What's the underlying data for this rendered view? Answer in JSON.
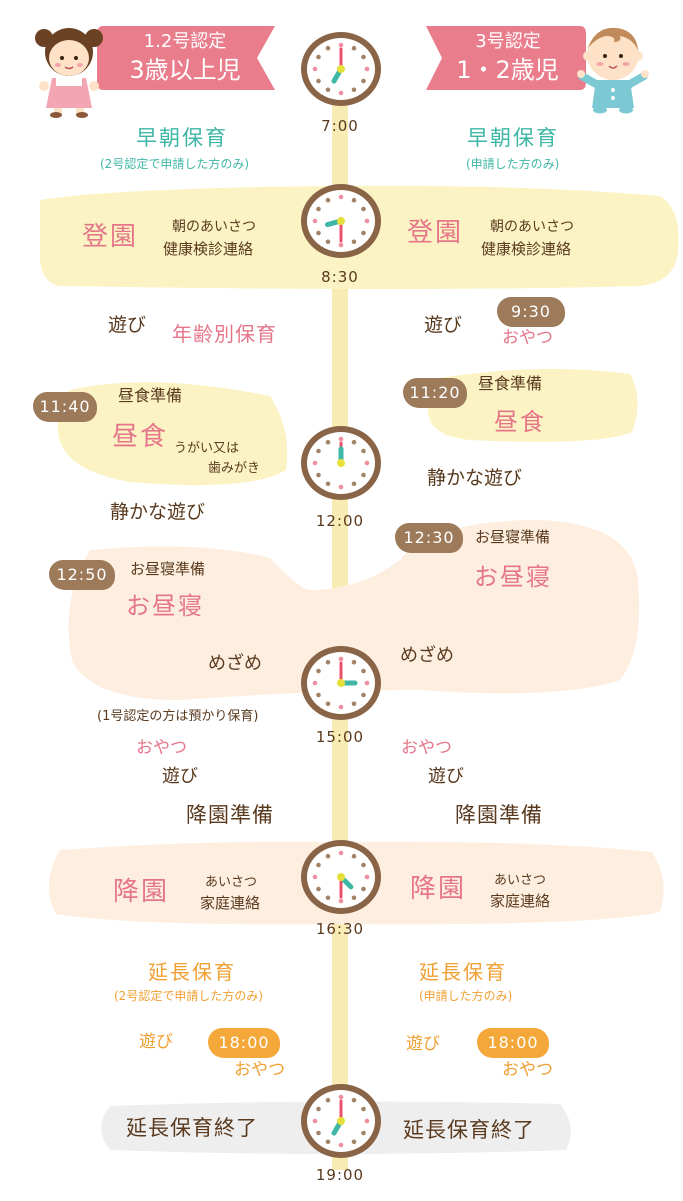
{
  "header": {
    "left_line1": "1.2号認定",
    "left_line2": "3歳以上児",
    "right_line1": "3号認定",
    "right_line2": "1・2歳児"
  },
  "times": [
    "7:00",
    "8:30",
    "12:00",
    "15:00",
    "16:30",
    "19:00"
  ],
  "left": {
    "early_title": "早朝保育",
    "early_note": "(2号認定で申請した方のみ)",
    "arrival": "登園",
    "arrival_note1": "朝のあいさつ",
    "arrival_note2": "健康検診連絡",
    "play": "遊び",
    "age_care": "年齢別保育",
    "lunch_time": "11:40",
    "lunch_prep": "昼食準備",
    "lunch": "昼食",
    "lunch_note1": "うがい又は",
    "lunch_note2": "歯みがき",
    "quiet_play": "静かな遊び",
    "nap_time": "12:50",
    "nap_prep": "お昼寝準備",
    "nap": "お昼寝",
    "wake": "めざめ",
    "type1_note": "(1号認定の方は預かり保育)",
    "snack": "おやつ",
    "play2": "遊び",
    "leave_prep": "降園準備",
    "leave": "降園",
    "leave_note1": "あいさつ",
    "leave_note2": "家庭連絡",
    "ext_title": "延長保育",
    "ext_note": "(2号認定で申請した方のみ)",
    "ext_play": "遊び",
    "ext_time": "18:00",
    "ext_snack": "おやつ",
    "ext_end": "延長保育終了"
  },
  "right": {
    "early_title": "早朝保育",
    "early_note": "(申請した方のみ)",
    "arrival": "登園",
    "arrival_note1": "朝のあいさつ",
    "arrival_note2": "健康検診連絡",
    "play": "遊び",
    "snack_time": "9:30",
    "snack_am": "おやつ",
    "lunch_time": "11:20",
    "lunch_prep": "昼食準備",
    "lunch": "昼食",
    "quiet_play": "静かな遊び",
    "nap_time": "12:30",
    "nap_prep": "お昼寝準備",
    "nap": "お昼寝",
    "wake": "めざめ",
    "snack": "おやつ",
    "play2": "遊び",
    "leave_prep": "降園準備",
    "leave": "降園",
    "leave_note1": "あいさつ",
    "leave_note2": "家庭連絡",
    "ext_title": "延長保育",
    "ext_note": "(申請した方のみ)",
    "ext_play": "遊び",
    "ext_time": "18:00",
    "ext_snack": "おやつ",
    "ext_end": "延長保育終了"
  },
  "colors": {
    "brown": "#5a3a1e",
    "pink": "#e5768a",
    "teal": "#3fb7a6",
    "orange": "#f0a033",
    "yellow_band": "#fbf3c4",
    "peach_band": "#fdeee0",
    "grey_band": "#eeeeee",
    "timeline": "#f8ecb4"
  }
}
